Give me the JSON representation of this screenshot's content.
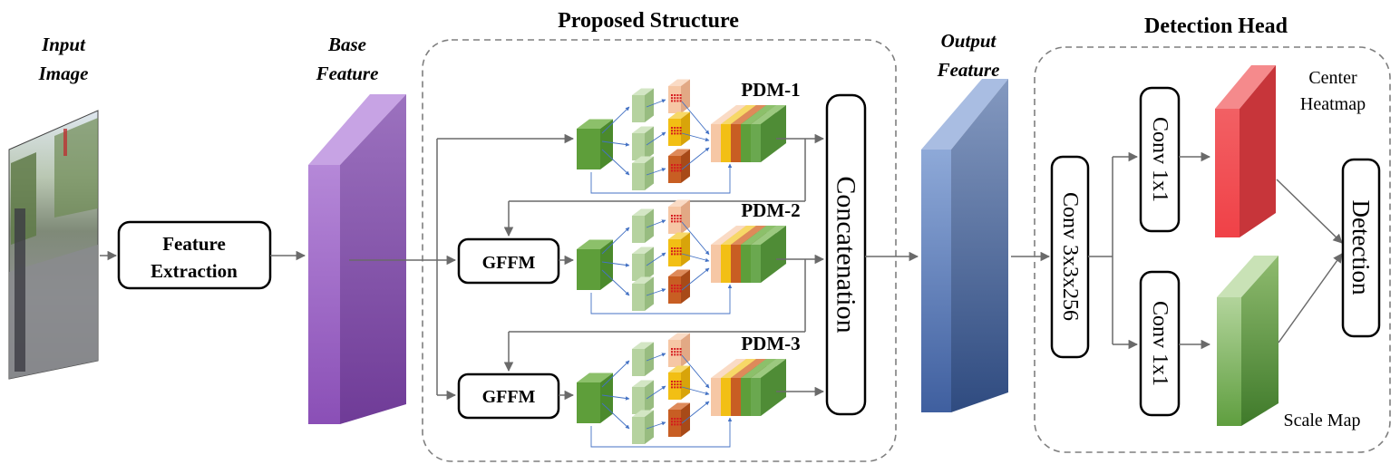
{
  "labels": {
    "input_image_line1": "Input",
    "input_image_line2": "Image",
    "base_feature_line1": "Base",
    "base_feature_line2": "Feature",
    "output_feature_line1": "Output",
    "output_feature_line2": "Feature",
    "proposed_structure": "Proposed Structure",
    "detection_head": "Detection Head",
    "center_heatmap_line1": "Center",
    "center_heatmap_line2": "Heatmap",
    "scale_map": "Scale Map"
  },
  "boxes": {
    "feature_extraction_line1": "Feature",
    "feature_extraction_line2": "Extraction",
    "gffm_1": "GFFM",
    "gffm_2": "GFFM",
    "concatenation": "Concatenation",
    "conv_3x3": "Conv 3x3x256",
    "conv_1x1_top": "Conv 1x1",
    "conv_1x1_bottom": "Conv 1x1",
    "detection": "Detection"
  },
  "pdm_labels": [
    "PDM-1",
    "PDM-2",
    "PDM-3"
  ],
  "colors": {
    "base_feature": "#9b5fc4",
    "output_feature": "#5b79b3",
    "heatmap": "#e8454a",
    "scale_map": "#6aa84f",
    "pdm_green": "#5e9e3a",
    "pdm_light": "#b5d29f",
    "pdm_yellow": "#f2bf14",
    "pdm_peach": "#f6c7a5",
    "pdm_orange": "#c85e23",
    "arrow": "#6a6a6a",
    "blue_arrow": "#4472c4"
  }
}
